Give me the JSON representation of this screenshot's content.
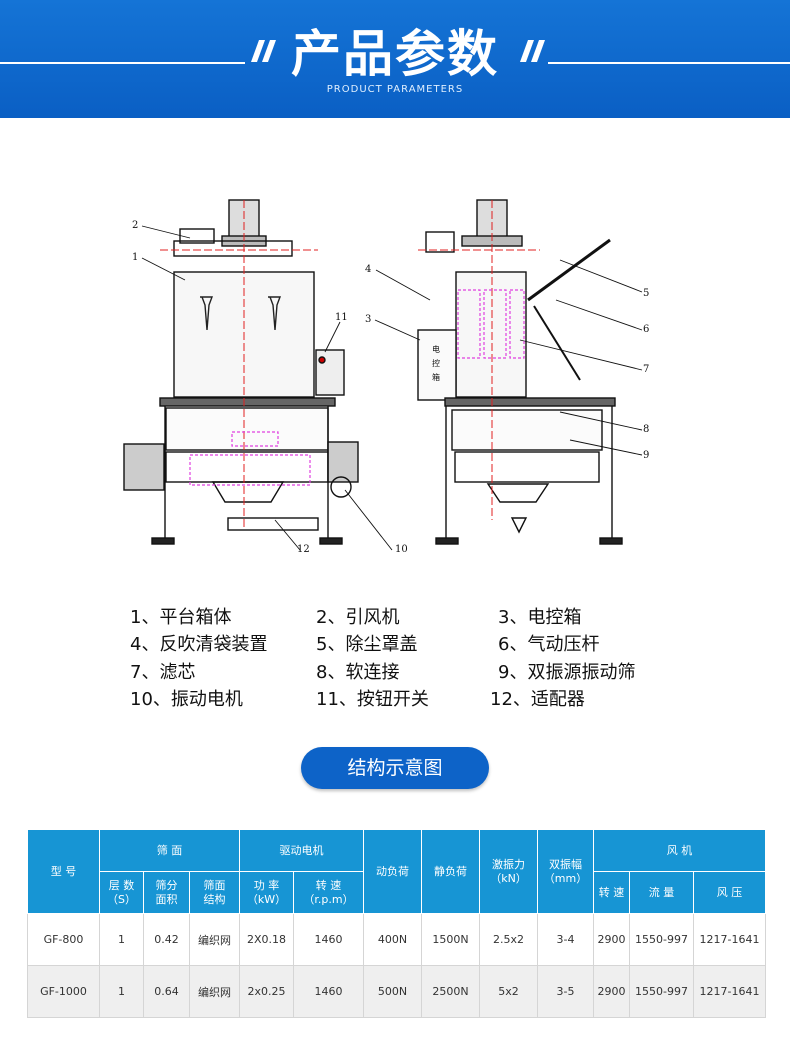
{
  "header": {
    "title": "产品参数",
    "subtitle": "PRODUCT PARAMETERS"
  },
  "diagram": {
    "callouts": [
      "1",
      "2",
      "3",
      "4",
      "5",
      "6",
      "7",
      "8",
      "9",
      "10",
      "11",
      "12"
    ],
    "panel_text": [
      "电",
      "控",
      "箱"
    ]
  },
  "legend": [
    "1、平台箱体",
    "2、引风机",
    "3、电控箱",
    "4、反吹清袋装置",
    "5、除尘罩盖",
    "6、气动压杆",
    "7、滤芯",
    "8、软连接",
    "9、双振源振动筛",
    "10、振动电机",
    "11、按钮开关",
    "12、适配器"
  ],
  "section_label": "结构示意图",
  "table": {
    "headers": {
      "model": "型 号",
      "sieve": "筛 面",
      "layers": "层 数\n（S）",
      "area": "筛分\n面积",
      "structure": "筛面\n结构",
      "motor": "驱动电机",
      "power": "功 率\n（kW）",
      "speed": "转 速\n（r.p.m）",
      "dynamic": "动负荷",
      "static": "静负荷",
      "exciting": "激振力\n（kN）",
      "amplitude": "双振幅\n（mm）",
      "fan": "风 机",
      "fan_speed": "转 速",
      "flow": "流 量",
      "pressure": "风 压"
    },
    "rows": [
      [
        "GF-800",
        "1",
        "0.42",
        "编织网",
        "2X0.18",
        "1460",
        "400N",
        "1500N",
        "2.5x2",
        "3-4",
        "2900",
        "1550-997",
        "1217-1641"
      ],
      [
        "GF-1000",
        "1",
        "0.64",
        "编织网",
        "2x0.25",
        "1460",
        "500N",
        "2500N",
        "5x2",
        "3-5",
        "2900",
        "1550-997",
        "1217-1641"
      ]
    ]
  },
  "colors": {
    "header_blue": "#0a5fc4",
    "table_header": "#1795d4",
    "filter_magenta": "#e040e0",
    "centerline_red": "#e02020"
  }
}
